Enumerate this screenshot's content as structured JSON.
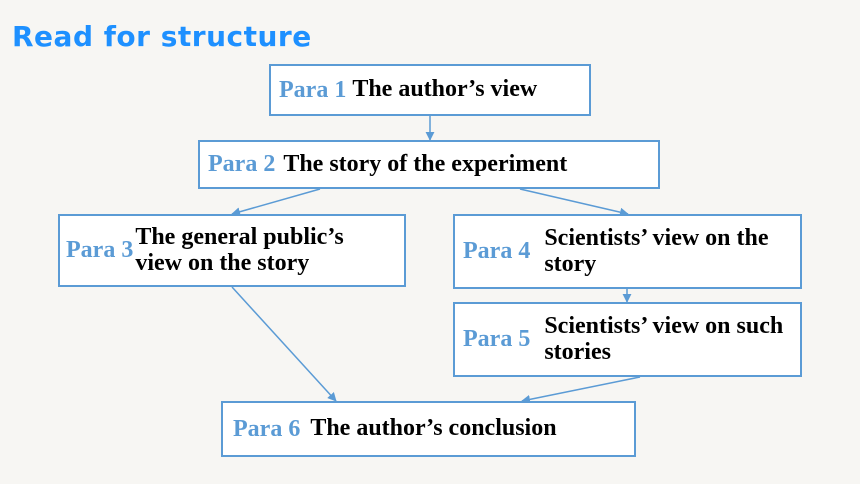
{
  "slide": {
    "title": "Read for structure"
  },
  "boxes": [
    {
      "para": "Para 1",
      "text": "The author’s view"
    },
    {
      "para": "Para 2",
      "text": "The story of the experiment"
    },
    {
      "para": "Para 3",
      "text": "The general public’s view on the story"
    },
    {
      "para": "Para 4",
      "text": "Scientists’ view on the story"
    },
    {
      "para": "Para 5",
      "text": "Scientists’ view on such stories"
    },
    {
      "para": "Para 6",
      "text": "The author’s conclusion"
    }
  ],
  "colors": {
    "accent": "#5b9bd5",
    "title": "#1e90ff",
    "text": "#000000",
    "background": "#f7f6f3"
  }
}
